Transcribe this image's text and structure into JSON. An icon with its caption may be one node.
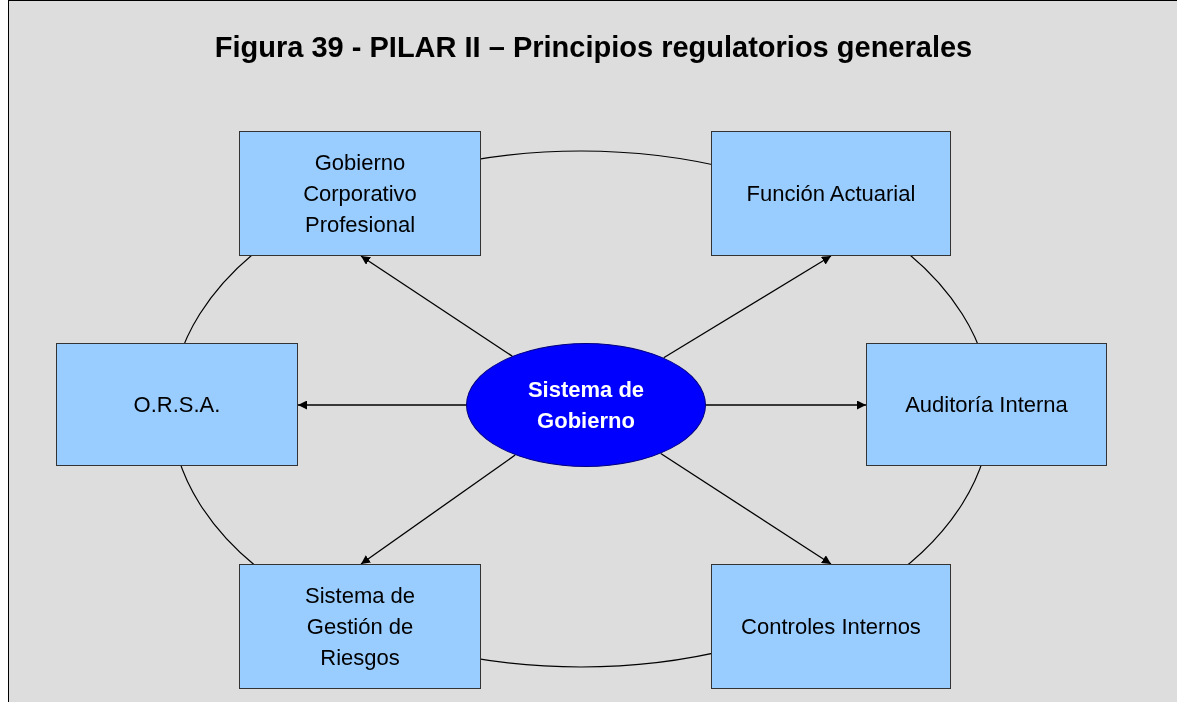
{
  "diagram": {
    "title": "Figura 39 - PILAR II – Principios regulatorios generales",
    "nodes": [
      {
        "text": [
          "Gobierno Corporativo Profesional"
        ]
      },
      {
        "text": [
          "Función Actuarial"
        ]
      },
      {
        "text": [
          "O.R.S.A."
        ]
      },
      {
        "text": [
          "Sistema de Gobierno"
        ]
      },
      {
        "text": [
          "Auditoría Interna"
        ]
      },
      {
        "text": [
          "Sistema de Gestión de Riesgos"
        ]
      },
      {
        "text": [
          "Controles Internos"
        ]
      }
    ],
    "edges": [
      {
        "from": 3,
        "to": 0,
        "arrow": "to"
      },
      {
        "from": 3,
        "to": 1,
        "arrow": "to"
      },
      {
        "from": 3,
        "to": 2,
        "arrow": "to"
      },
      {
        "from": 3,
        "to": 4,
        "arrow": "to"
      },
      {
        "from": 3,
        "to": 5,
        "arrow": "to"
      },
      {
        "from": 3,
        "to": 6,
        "arrow": "to"
      }
    ]
  }
}
